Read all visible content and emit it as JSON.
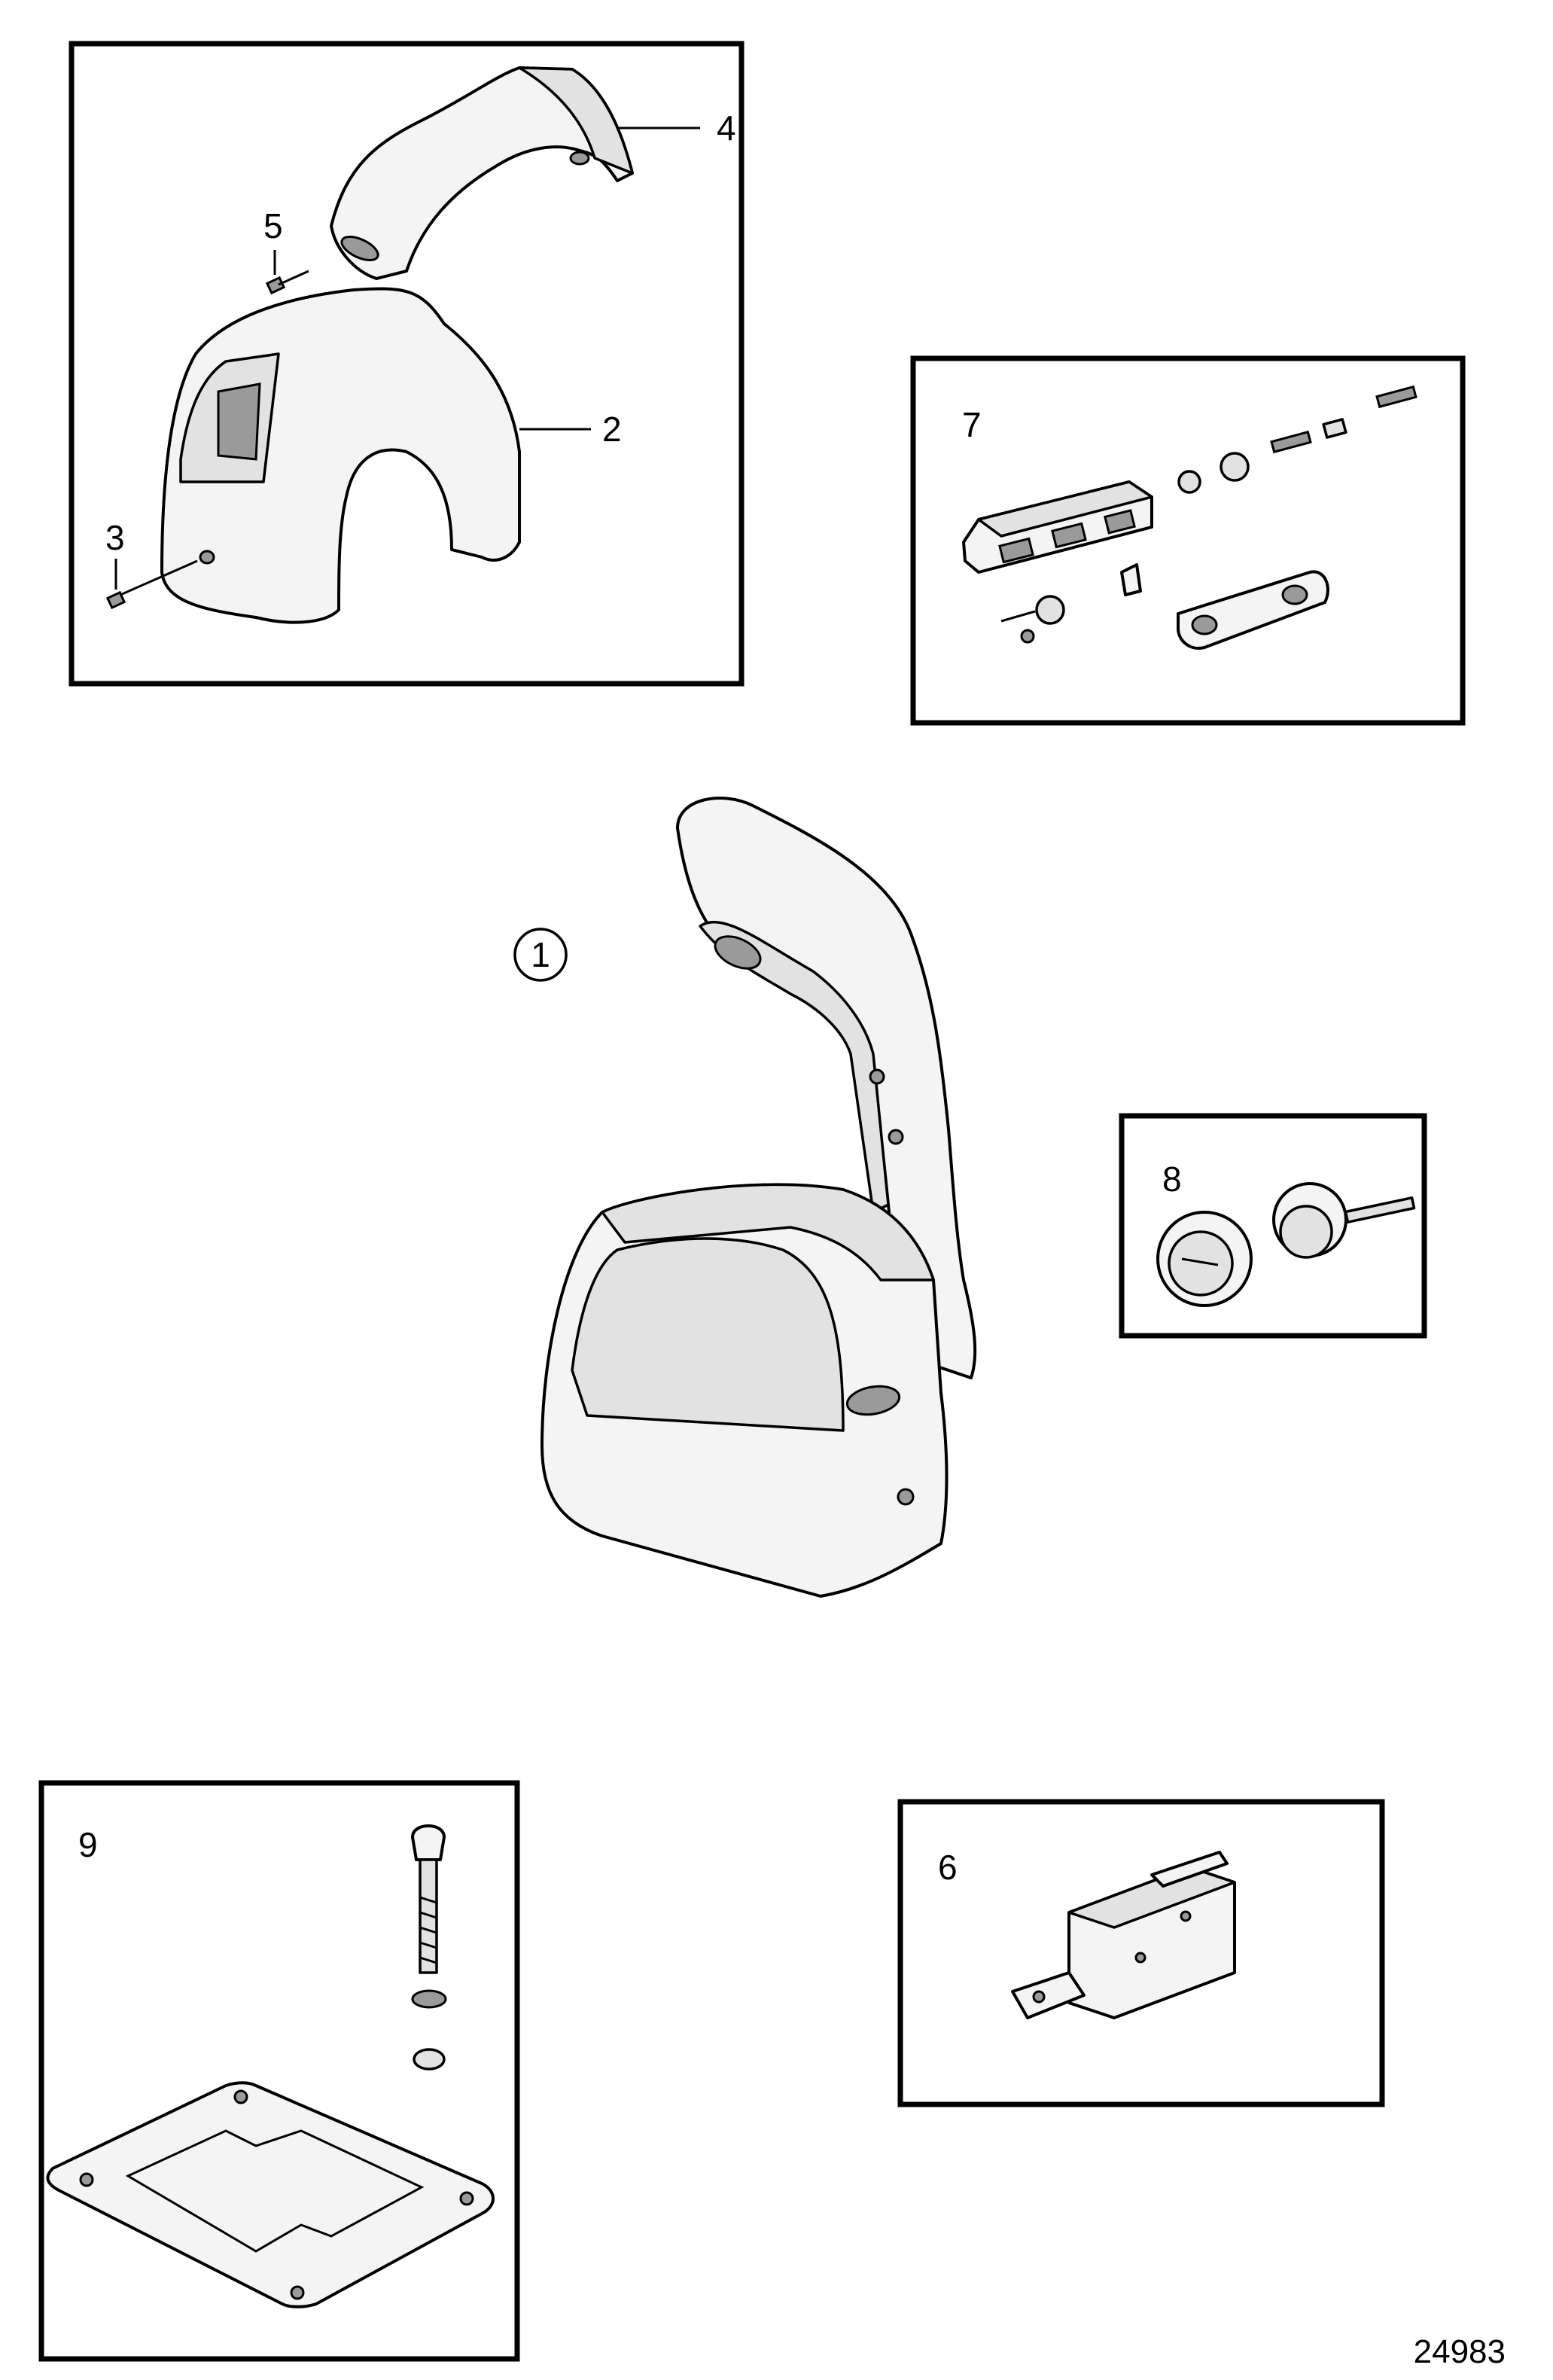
{
  "callouts": {
    "c1": "1",
    "c2": "2",
    "c3": "3",
    "c4": "4",
    "c5": "5",
    "c6": "6",
    "c7": "7",
    "c8": "8",
    "c9": "9"
  },
  "figure_number": "24983"
}
